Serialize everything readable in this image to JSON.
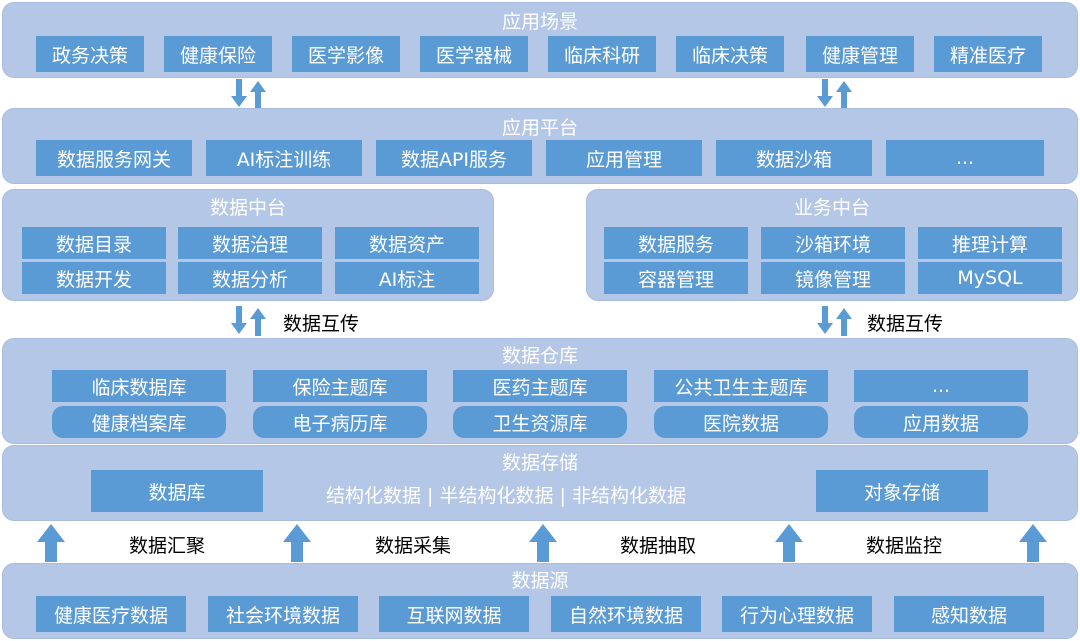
{
  "app_scenarios": {
    "title": "应用场景",
    "items": [
      "政务决策",
      "健康保险",
      "医学影像",
      "医学器械",
      "临床科研",
      "临床决策",
      "健康管理",
      "精准医疗"
    ]
  },
  "app_platform": {
    "title": "应用平台",
    "items": [
      "数据服务网关",
      "AI标注训练",
      "数据API服务",
      "应用管理",
      "数据沙箱",
      "..."
    ]
  },
  "data_middle": {
    "title": "数据中台",
    "items": [
      "数据目录",
      "数据治理",
      "数据资产",
      "数据开发",
      "数据分析",
      "AI标注"
    ]
  },
  "business_middle": {
    "title": "业务中台",
    "items": [
      "数据服务",
      "沙箱环境",
      "推理计算",
      "容器管理",
      "镜像管理",
      "MySQL"
    ]
  },
  "exchange_label": "数据互传",
  "warehouse": {
    "title": "数据仓库",
    "row1": [
      "临床数据库",
      "保险主题库",
      "医药主题库",
      "公共卫生主题库",
      "..."
    ],
    "row2": [
      "健康档案库",
      "电子病历库",
      "卫生资源库",
      "医院数据",
      "应用数据"
    ]
  },
  "storage": {
    "title": "数据存储",
    "left": "数据库",
    "middle": "结构化数据 | 半结构化数据 | 非结构化数据",
    "right": "对象存储"
  },
  "flow_labels": [
    "数据汇聚",
    "数据采集",
    "数据抽取",
    "数据监控"
  ],
  "sources": {
    "title": "数据源",
    "items": [
      "健康医疗数据",
      "社会环境数据",
      "互联网数据",
      "自然环境数据",
      "行为心理数据",
      "感知数据"
    ]
  },
  "colors": {
    "panel": "#b4c7e7",
    "box": "#5b9bd5",
    "arrow": "#5b9bd5"
  }
}
